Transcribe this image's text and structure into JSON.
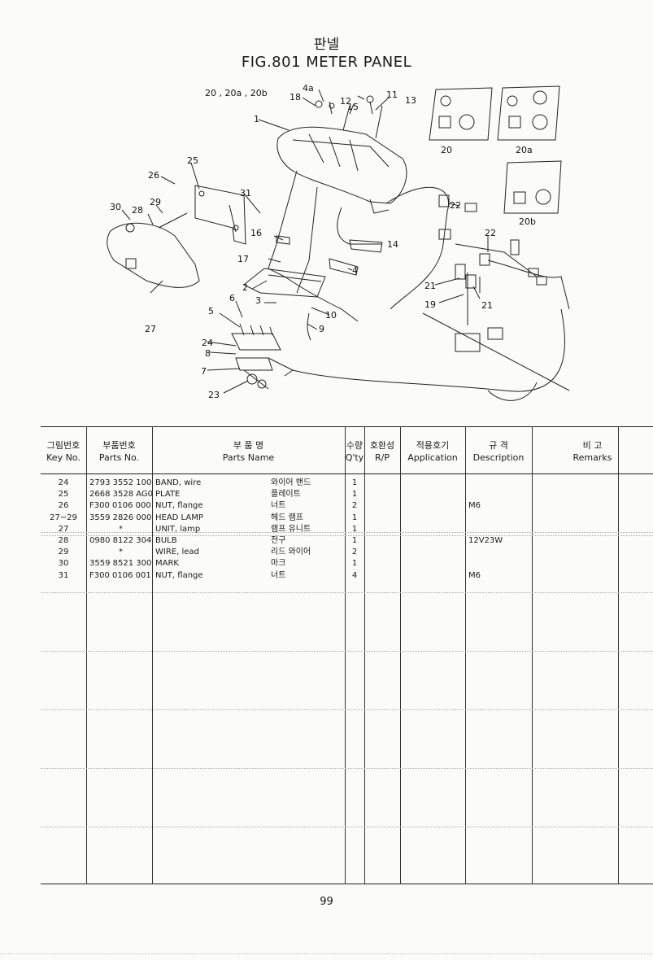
{
  "title_ko": "판넬",
  "title_en": "FIG.801  METER PANEL",
  "callouts": [
    "1",
    "2",
    "3",
    "4",
    "4a",
    "5",
    "6",
    "7",
    "8",
    "9",
    "10",
    "11",
    "12",
    "13",
    "14",
    "15",
    "16",
    "17",
    "18",
    "19",
    "20",
    "20a",
    "20b",
    "21",
    "22",
    "23",
    "24",
    "25",
    "26",
    "27",
    "28",
    "29",
    "30",
    "31"
  ],
  "callout_text": {
    "c20group": "20 , 20a , 20b",
    "c1": "1",
    "c2": "2",
    "c3": "3",
    "c4": "4",
    "c4a": "4a",
    "c5": "5",
    "c6": "6",
    "c7": "7",
    "c8": "8",
    "c9": "9",
    "c10": "10",
    "c11": "11",
    "c12": "12",
    "c13": "13",
    "c14": "14",
    "c15": "15",
    "c16": "16",
    "c17": "17",
    "c18": "18",
    "c19": "19",
    "c20": "20",
    "c20a": "20a",
    "c20b": "20b",
    "c21a": "21",
    "c21b": "21",
    "c22a": "22",
    "c22b": "22",
    "c23": "23",
    "c24": "24",
    "c25": "25",
    "c26": "26",
    "c27": "27",
    "c28": "28",
    "c29": "29",
    "c30": "30",
    "c31": "31"
  },
  "table": {
    "headers": {
      "key": {
        "ko": "그림번호",
        "en": "Key No."
      },
      "parts_no": {
        "ko": "부품번호",
        "en": "Parts No."
      },
      "parts_name": {
        "ko": "부    품    명",
        "en": "Parts    Name"
      },
      "qty": {
        "ko": "수량",
        "en": "Q'ty"
      },
      "rp": {
        "ko": "호환성",
        "en": "R/P"
      },
      "application": {
        "ko": "적용호기",
        "en": "Application"
      },
      "description": {
        "ko": "규   격",
        "en": "Description"
      },
      "remarks": {
        "ko": "비    고",
        "en": "Remarks"
      }
    },
    "rows": [
      {
        "key": "24",
        "part_no": "2793 3552 100",
        "name_en": "BAND, wire",
        "name_ko": "와이어 밴드",
        "qty": "1",
        "desc": ""
      },
      {
        "key": "25",
        "part_no": "2668 3528 AG0",
        "name_en": "PLATE",
        "name_ko": "플레이트",
        "qty": "1",
        "desc": ""
      },
      {
        "key": "26",
        "part_no": "F300 0106 000",
        "name_en": "NUT, flange",
        "name_ko": "너트",
        "qty": "2",
        "desc": "M6"
      },
      {
        "key": "27~29",
        "part_no": "3559 2826 000",
        "name_en": "HEAD LAMP",
        "name_ko": "헤드 램프",
        "qty": "1",
        "desc": ""
      },
      {
        "key": "27",
        "part_no": "*",
        "name_en": "UNIT, lamp",
        "name_ko": "램프 유니트",
        "qty": "1",
        "desc": ""
      },
      {
        "key": "28",
        "part_no": "0980 8122 304",
        "name_en": "BULB",
        "name_ko": "전구",
        "qty": "1",
        "desc": "12V23W"
      },
      {
        "key": "29",
        "part_no": "*",
        "name_en": "WIRE, lead",
        "name_ko": "리드 와이어",
        "qty": "2",
        "desc": ""
      },
      {
        "key": "30",
        "part_no": "3559 8521 300",
        "name_en": "MARK",
        "name_ko": "마크",
        "qty": "1",
        "desc": ""
      },
      {
        "key": "31",
        "part_no": "F300 0106 001",
        "name_en": "NUT, flange",
        "name_ko": "너트",
        "qty": "4",
        "desc": "M6"
      }
    ]
  },
  "page_number": "99"
}
